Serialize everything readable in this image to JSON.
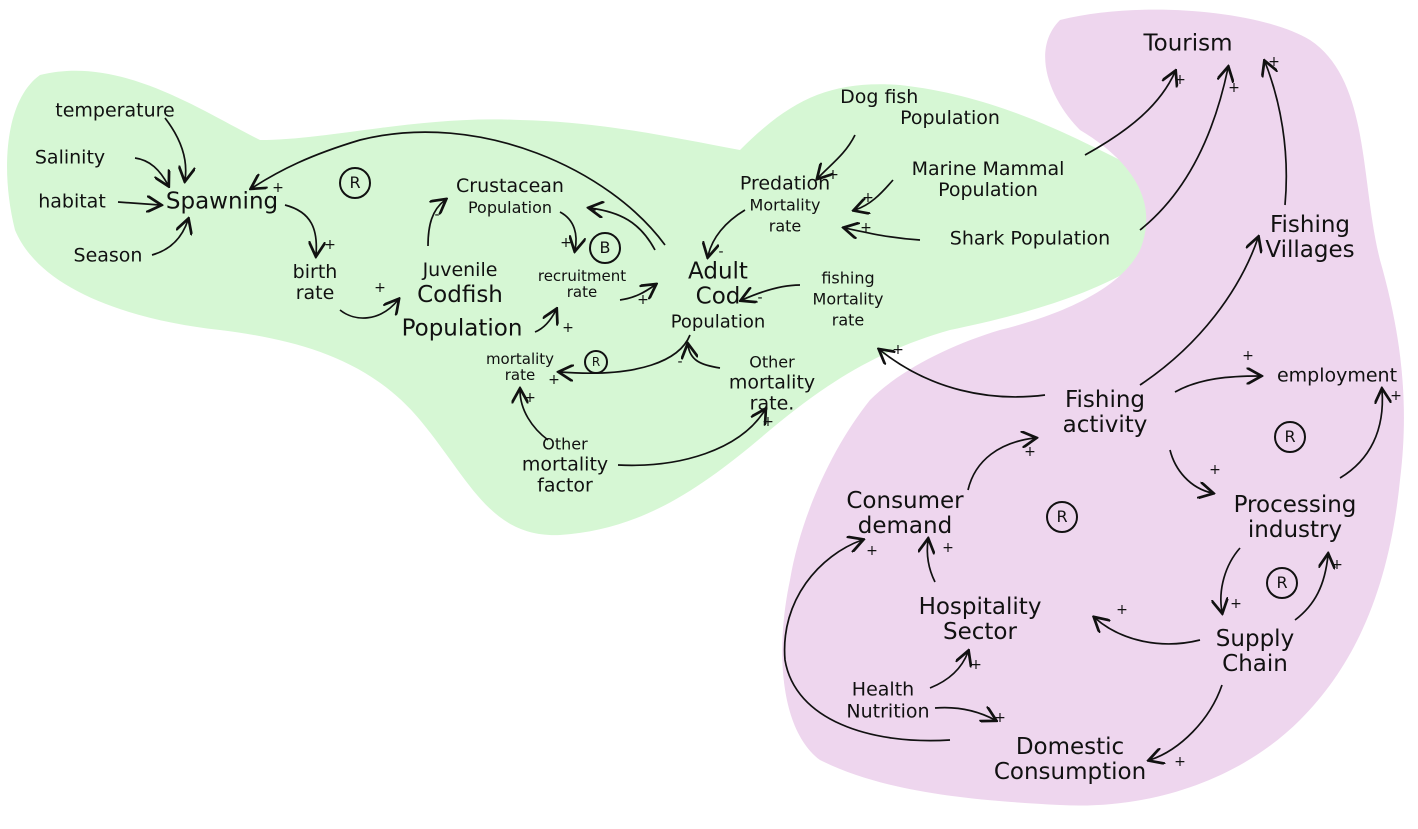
{
  "colors": {
    "ecology_region": "#d6f7d4",
    "economy_region": "#eed6ee",
    "ink": "#111111"
  },
  "nodes": {
    "temperature": "temperature",
    "salinity": "Salinity",
    "habitat": "habitat",
    "season": "Season",
    "spawning": "Spawning",
    "birth_rate": [
      "birth",
      "rate"
    ],
    "juvenile": [
      "Juvenile",
      "Codfish"
    ],
    "juvenile_population": "Population",
    "crustacean": [
      "Crustacean",
      "Population"
    ],
    "recruitment": [
      "recruitment",
      "rate"
    ],
    "adult_cod": [
      "Adult",
      "Cod",
      "Population"
    ],
    "mortality_rate": [
      "mortality",
      "rate"
    ],
    "other_factor": [
      "Other",
      "mortality",
      "factor"
    ],
    "other_mortality_rate": [
      "Other",
      "mortality",
      "rate."
    ],
    "dogfish": [
      "Dog fish",
      "Population"
    ],
    "marine_mammal": [
      "Marine Mammal",
      "Population"
    ],
    "predation": [
      "Predation",
      "Mortality",
      "rate"
    ],
    "shark": "Shark Population",
    "fishing_mortality": [
      "fishing",
      "Mortality",
      "rate"
    ],
    "tourism": "Tourism",
    "fishing_villages": [
      "Fishing",
      "Villages"
    ],
    "fishing_activity": [
      "Fishing",
      "activity"
    ],
    "employment": "employment",
    "consumer_demand": [
      "Consumer",
      "demand"
    ],
    "processing": [
      "Processing",
      "industry"
    ],
    "hospitality": [
      "Hospitality",
      "Sector"
    ],
    "supply_chain": [
      "Supply",
      "Chain"
    ],
    "health": "Health",
    "nutrition": "Nutrition",
    "domestic": [
      "Domestic",
      "Consumption"
    ]
  },
  "loops": {
    "l1": "R",
    "l2": "B",
    "l3": "R",
    "l4": "R",
    "l5": "R",
    "l6": "R"
  },
  "signs": {
    "plus": "+",
    "minus": "-"
  }
}
